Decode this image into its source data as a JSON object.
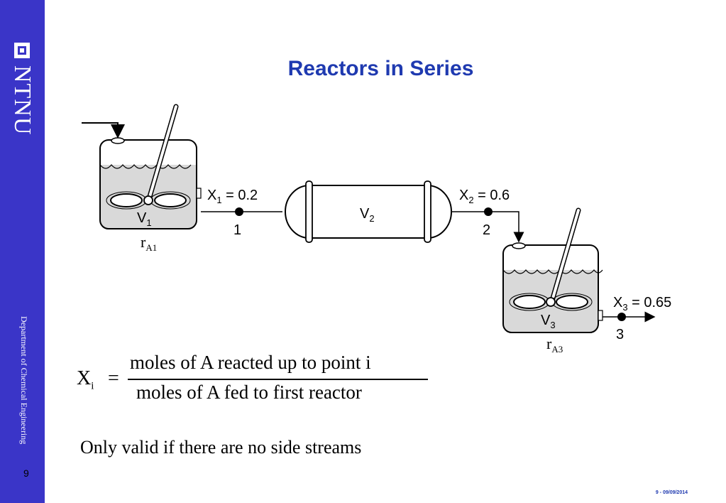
{
  "sidebar": {
    "logo_text": "NTNU",
    "department": "Department of Chemical Engineering"
  },
  "page_number": "9",
  "footer": "9 - 09/09/2014",
  "title": "Reactors in Series",
  "diagram": {
    "reactor1": {
      "volume": "V",
      "volume_sub": "1",
      "rate": "r",
      "rate_sub": "A1"
    },
    "stream1": {
      "conversion_var": "X",
      "conversion_sub": "1",
      "conversion_value": " = 0.2",
      "point": "1"
    },
    "pfr": {
      "volume": "V",
      "volume_sub": "2"
    },
    "stream2": {
      "conversion_var": "X",
      "conversion_sub": "2",
      "conversion_value": " = 0.6",
      "point": "2"
    },
    "reactor3": {
      "volume": "V",
      "volume_sub": "3",
      "rate": "r",
      "rate_sub": "A3"
    },
    "stream3": {
      "conversion_var": "X",
      "conversion_sub": "3",
      "conversion_value": " = 0.65",
      "point": "3"
    }
  },
  "formula": {
    "lhs_var": "X",
    "lhs_sub": "i",
    "equals": "=",
    "numerator": "moles of  A reacted up to point i",
    "denominator": "moles of  A fed to first reactor"
  },
  "note": "Only valid if there are no side streams"
}
